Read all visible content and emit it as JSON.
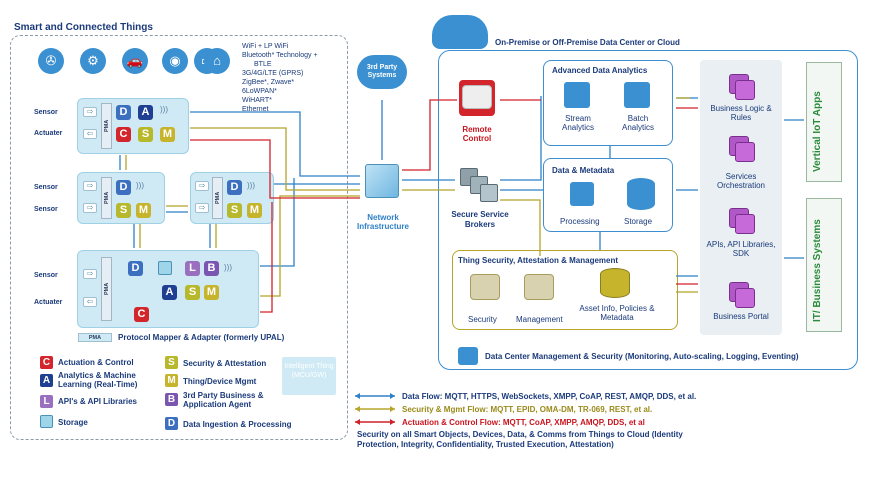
{
  "left_panel": {
    "title": "Smart and Connected Things",
    "connectivity": [
      "WiFi + LP WiFi",
      "Bluetooth* Technology +",
      "BTLE",
      "3G/4G/LTE (GPRS)",
      "ZigBee*,  Zwave*",
      "6LoWPAN*",
      "WiHART*",
      "Ethernet"
    ],
    "device1": {
      "sensor": "Sensor",
      "actuator": "Actuater"
    },
    "device2": {
      "sensor1": "Sensor",
      "sensor2": "Sensor"
    },
    "device3": {
      "sensor": "Sensor",
      "actuator": "Actuater"
    },
    "pma_label": "PMA",
    "pma_caption": "Protocol Mapper & Adapter (formerly UPAL)",
    "intelligent_thing": "Intelligent Thing (MCU/GW)",
    "legend_left": [
      {
        "letter": "C",
        "label": "Actuation & Control"
      },
      {
        "letter": "A",
        "label": "Analytics & Machine Learning (Real-Time)"
      },
      {
        "letter": "L",
        "label": "API's & API Libraries"
      },
      {
        "letter": "",
        "label": "Storage"
      }
    ],
    "legend_right": [
      {
        "letter": "S",
        "label": "Security & Attestation"
      },
      {
        "letter": "M",
        "label": "Thing/Device Mgmt"
      },
      {
        "letter": "B",
        "label": "3rd Party Business & Application Agent"
      },
      {
        "letter": "D",
        "label": "Data Ingestion & Processing"
      }
    ]
  },
  "third_party": "3rd Party Systems",
  "network": "Network Infrastructure",
  "right_panel": {
    "title": "On-Premise or Off-Premise Data Center or Cloud",
    "remote_control": "Remote Control",
    "secure_brokers": "Secure Service Brokers",
    "advanced_analytics": {
      "title": "Advanced Data Analytics",
      "stream": "Stream Analytics",
      "batch": "Batch Analytics"
    },
    "data_metadata": {
      "title": "Data & Metadata",
      "processing": "Processing",
      "storage": "Storage"
    },
    "thing_security": {
      "title": "Thing Security, Attestation & Management",
      "security": "Security",
      "management": "Management",
      "asset": "Asset Info, Policies & Metadata"
    },
    "services": [
      "Business Logic & Rules",
      "Services Orchestration",
      "APIs, API Libraries, SDK",
      "Business Portal"
    ],
    "vertical_apps": "Vertical IoT Apps",
    "it_systems": "IT/ Business Systems",
    "dc_management": "Data Center Management & Security (Monitoring, Auto-scaling, Logging, Eventing)"
  },
  "flows": [
    {
      "label": "Data Flow: MQTT, HTTPS, WebSockets, XMPP, CoAP, REST, AMQP, DDS, et al.",
      "color": "#2f80c8"
    },
    {
      "label": "Security & Mgmt Flow: MQTT, EPID, OMA-DM, TR-069, REST, et al.",
      "color": "#b5a52a"
    },
    {
      "label": "Actuation & Control Flow: MQTT, CoAP, XMPP, AMQP, DDS, et al",
      "color": "#d0212a"
    }
  ],
  "security_note": "Security on all Smart Objects, Devices, Data, & Comms from Things to Cloud (Identity Protection, Integrity, Confidentiality, Trusted Execution, Attestation)",
  "colors": {
    "navy": "#1a3a7a",
    "blue": "#2f80c8",
    "olive": "#b5a52a",
    "red": "#d0212a",
    "purple": "#b058c8"
  }
}
